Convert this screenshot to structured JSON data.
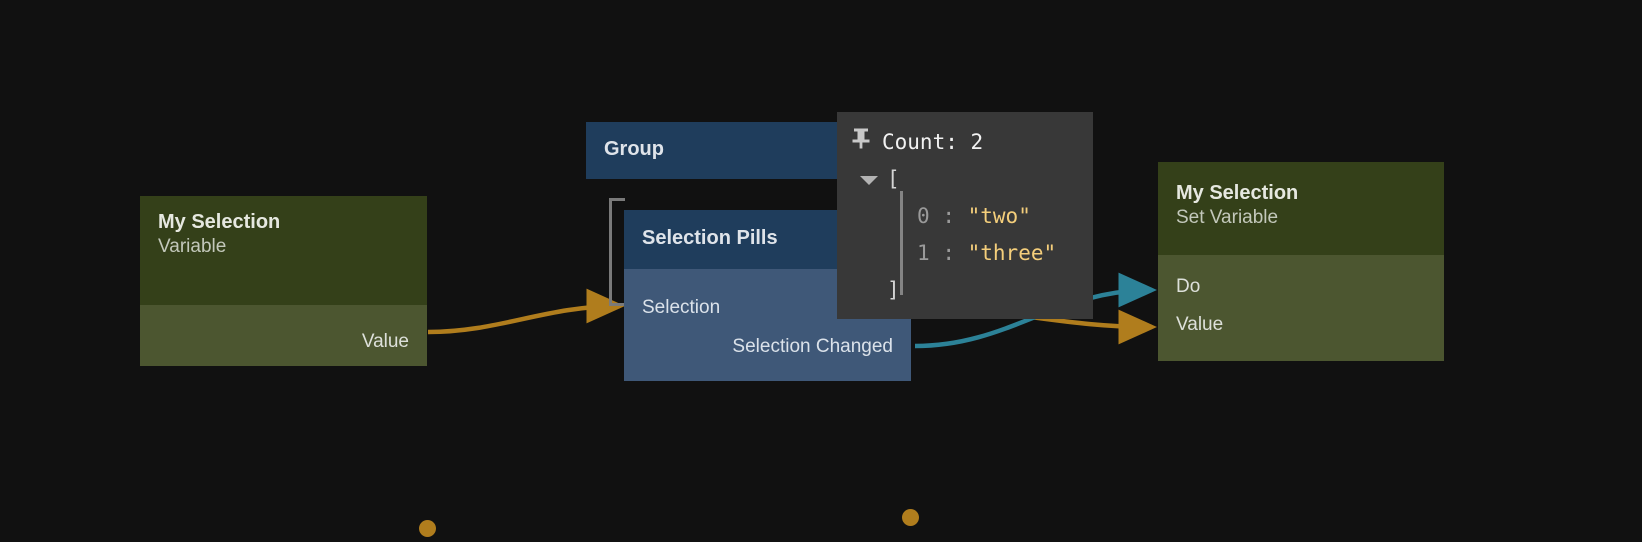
{
  "canvas": {
    "background": "#111111"
  },
  "nodes": {
    "variable_source": {
      "title": "My Selection",
      "subtitle": "Variable",
      "colors": {
        "header": "#344019",
        "body": "#4c5630"
      },
      "rows": [
        {
          "label": "Value",
          "align": "right",
          "port": "orange"
        }
      ]
    },
    "group": {
      "title": "Group",
      "colors": {
        "header": "#1f3d5c"
      }
    },
    "selection_pills": {
      "title": "Selection Pills",
      "colors": {
        "header": "#1f3d5c",
        "body": "#3f5878"
      },
      "rows": [
        {
          "label": "Selection",
          "align": "left",
          "port": "orange"
        },
        {
          "label": "Selection Changed",
          "align": "right",
          "port": "teal"
        }
      ]
    },
    "set_variable": {
      "title": "My Selection",
      "subtitle": "Set Variable",
      "colors": {
        "header": "#344019",
        "body": "#4c5630"
      },
      "rows": [
        {
          "label": "Do",
          "align": "left",
          "port": "teal-arrow"
        },
        {
          "label": "Value",
          "align": "left",
          "port": "orange-arrow"
        }
      ]
    }
  },
  "tooltip": {
    "pin_icon": "pin-icon",
    "header": "Count: 2",
    "toggle_icon": "triangle-down-icon",
    "open_bracket": "[",
    "close_bracket": "]",
    "entries": [
      {
        "index": "0",
        "separator": ":",
        "value": "\"two\""
      },
      {
        "index": "1",
        "separator": ":",
        "value": "\"three\""
      }
    ],
    "colors": {
      "background": "#383838",
      "header_text": "#f2f2f2",
      "bracket": "#d4d4d4",
      "index": "#9a9a9a",
      "string": "#f4ce7b"
    }
  },
  "edges": {
    "colors": {
      "data": "#b07d1d",
      "exec": "#2c8298"
    },
    "connections": [
      {
        "name": "value-to-selection",
        "type": "data",
        "color": "#b07d1d"
      },
      {
        "name": "selection-to-value",
        "type": "data",
        "color": "#b07d1d"
      },
      {
        "name": "selection-changed-to-do",
        "type": "exec",
        "color": "#2c8298"
      }
    ]
  }
}
